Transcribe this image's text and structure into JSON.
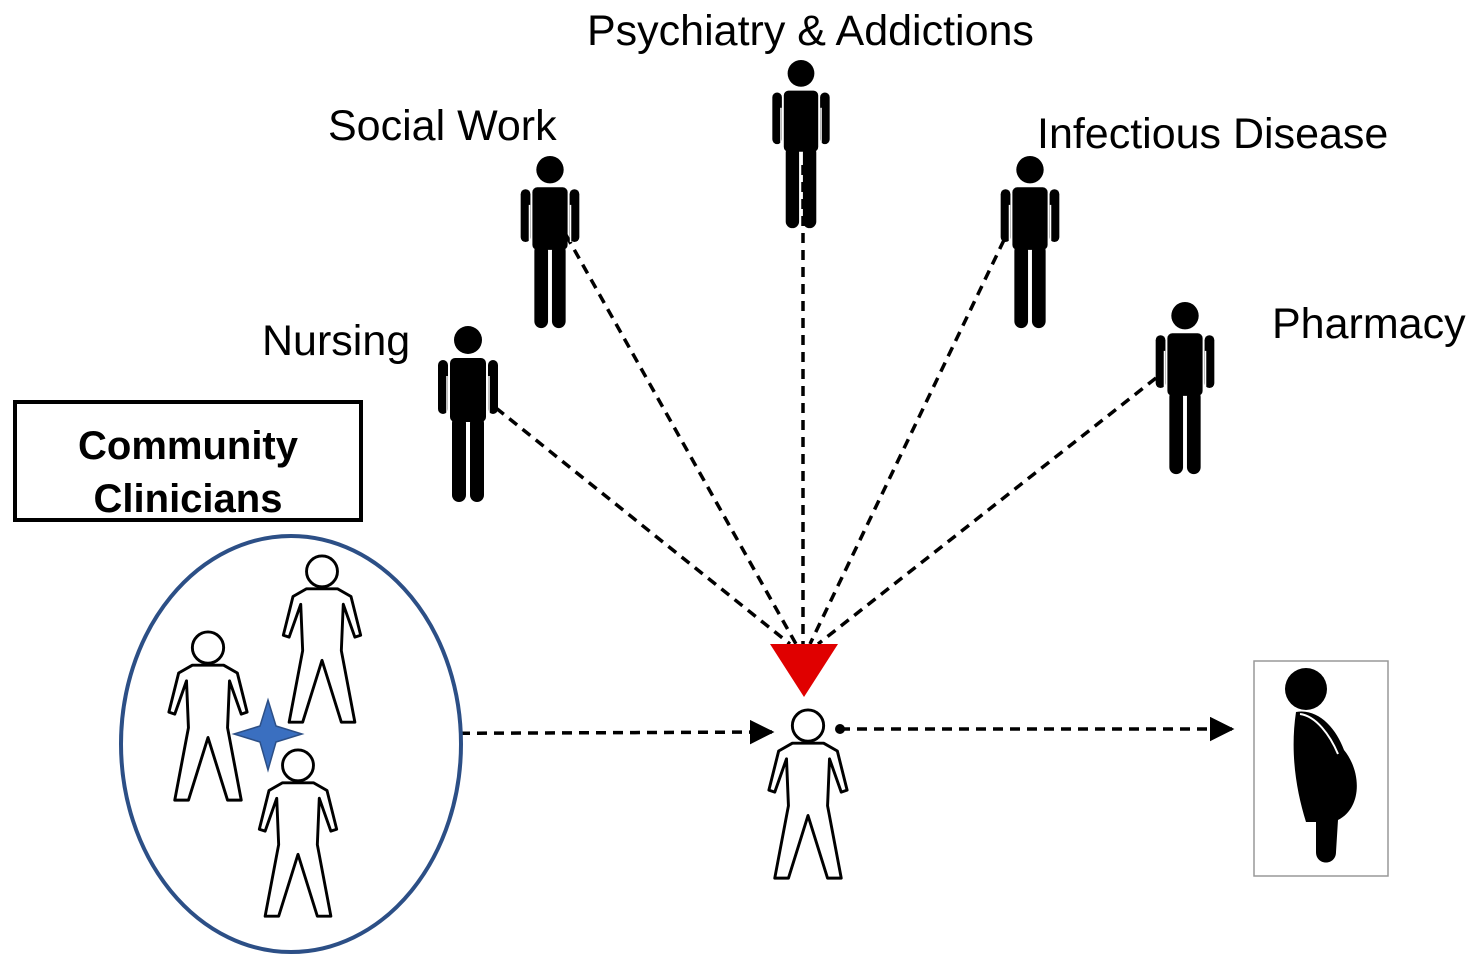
{
  "labels": {
    "psychiatry": "Psychiatry & Addictions",
    "social_work": "Social Work",
    "infectious_disease": "Infectious Disease",
    "nursing": "Nursing",
    "pharmacy": "Pharmacy"
  },
  "community_box": {
    "line1": "Community",
    "line2": "Clinicians"
  },
  "colors": {
    "triangle": "#e00000",
    "ellipse_border": "#2c4f86",
    "star": "#3a6fc0",
    "figure": "#000000"
  }
}
